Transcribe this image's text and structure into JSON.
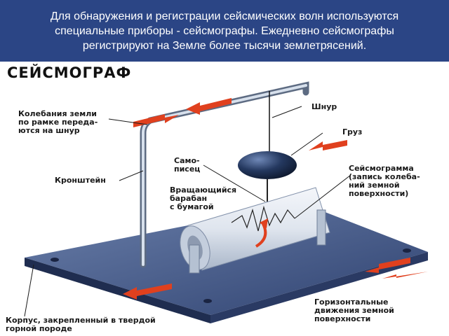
{
  "header": {
    "line1": "Для обнаружения и регистрации сейсмических волн используются",
    "line2": "специальные приборы - сейсмографы. Ежедневно сейсмографы",
    "line3": "регистрируют на Земле более тысячи землетрясений."
  },
  "diagram": {
    "title": "СЕЙСМОГРАФ",
    "labels": {
      "frame_1": "Колебания земли",
      "frame_2": "по рамке переда-",
      "frame_3": "ются на шнур",
      "cord": "Шнур",
      "weight": "Груз",
      "bracket": "Кронштейн",
      "recorder_1": "Само-",
      "recorder_2": "писец",
      "drum_1": "Вращающийся",
      "drum_2": "барабан",
      "drum_3": "с бумагой",
      "seismogram_1": "Сейсмограмма",
      "seismogram_2": "(запись колеба-",
      "seismogram_3": "ний земной",
      "seismogram_4": "поверхности)",
      "base_1": "Корпус, закрепленный в твердой",
      "base_2": "горной породе",
      "horizontal_1": "Горизонтальные",
      "horizontal_2": "движения земной",
      "horizontal_3": "поверхности"
    },
    "colors": {
      "header_bg": "#2b4585",
      "arrow": "#e0401e",
      "base": "#4a5e8c",
      "metal": "#9fb0c8"
    }
  }
}
